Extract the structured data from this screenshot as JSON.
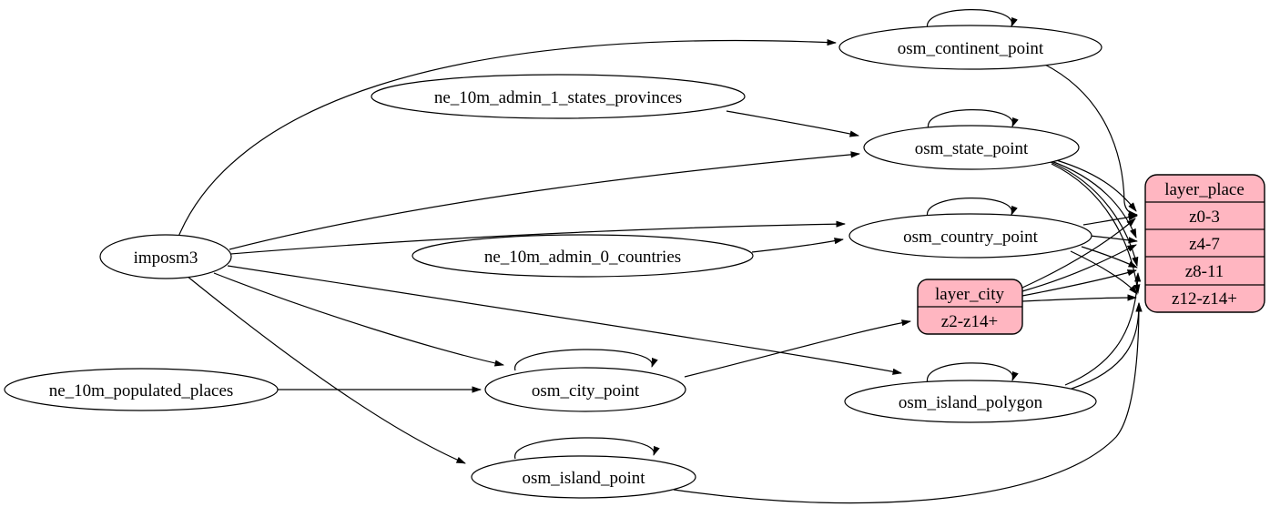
{
  "colors": {
    "background": "#ffffff",
    "ellipse_fill": "#ffffff",
    "record_fill": "#ffb6c1",
    "stroke": "#000000"
  },
  "nodes": {
    "imposm3": "imposm3",
    "ne_10m_admin_1_states_provinces": "ne_10m_admin_1_states_provinces",
    "ne_10m_admin_0_countries": "ne_10m_admin_0_countries",
    "ne_10m_populated_places": "ne_10m_populated_places",
    "osm_continent_point": "osm_continent_point",
    "osm_state_point": "osm_state_point",
    "osm_country_point": "osm_country_point",
    "osm_city_point": "osm_city_point",
    "osm_island_polygon": "osm_island_polygon",
    "osm_island_point": "osm_island_point"
  },
  "records": {
    "layer_city": {
      "title": "layer_city",
      "rows": [
        "z2-z14+"
      ]
    },
    "layer_place": {
      "title": "layer_place",
      "rows": [
        "z0-3",
        "z4-7",
        "z8-11",
        "z12-z14+"
      ]
    }
  },
  "edges": [
    {
      "from": "imposm3",
      "to": "osm_continent_point"
    },
    {
      "from": "imposm3",
      "to": "osm_state_point"
    },
    {
      "from": "imposm3",
      "to": "osm_country_point"
    },
    {
      "from": "imposm3",
      "to": "osm_city_point"
    },
    {
      "from": "imposm3",
      "to": "osm_island_polygon"
    },
    {
      "from": "imposm3",
      "to": "osm_island_point"
    },
    {
      "from": "ne_10m_admin_1_states_provinces",
      "to": "osm_state_point"
    },
    {
      "from": "ne_10m_admin_0_countries",
      "to": "osm_country_point"
    },
    {
      "from": "ne_10m_populated_places",
      "to": "osm_city_point"
    },
    {
      "from": "osm_continent_point",
      "to": "osm_continent_point"
    },
    {
      "from": "osm_state_point",
      "to": "osm_state_point"
    },
    {
      "from": "osm_country_point",
      "to": "osm_country_point"
    },
    {
      "from": "osm_city_point",
      "to": "osm_city_point"
    },
    {
      "from": "osm_island_polygon",
      "to": "osm_island_polygon"
    },
    {
      "from": "osm_island_point",
      "to": "osm_island_point"
    },
    {
      "from": "osm_continent_point",
      "to": "layer_place:z0-3"
    },
    {
      "from": "osm_state_point",
      "to": "layer_place:z0-3"
    },
    {
      "from": "osm_state_point",
      "to": "layer_place:z4-7"
    },
    {
      "from": "osm_state_point",
      "to": "layer_place:z8-11"
    },
    {
      "from": "osm_state_point",
      "to": "layer_place:z12-z14+"
    },
    {
      "from": "osm_country_point",
      "to": "layer_place:z0-3"
    },
    {
      "from": "osm_country_point",
      "to": "layer_place:z4-7"
    },
    {
      "from": "osm_country_point",
      "to": "layer_place:z8-11"
    },
    {
      "from": "osm_country_point",
      "to": "layer_place:z12-z14+"
    },
    {
      "from": "osm_city_point",
      "to": "layer_city:z2-z14+"
    },
    {
      "from": "layer_city",
      "to": "layer_place:z0-3"
    },
    {
      "from": "layer_city",
      "to": "layer_place:z4-7"
    },
    {
      "from": "layer_city",
      "to": "layer_place:z8-11"
    },
    {
      "from": "layer_city",
      "to": "layer_place:z12-z14+"
    },
    {
      "from": "osm_island_polygon",
      "to": "layer_place:z8-11"
    },
    {
      "from": "osm_island_polygon",
      "to": "layer_place:z12-z14+"
    },
    {
      "from": "osm_island_point",
      "to": "layer_place:z12-z14+"
    }
  ]
}
